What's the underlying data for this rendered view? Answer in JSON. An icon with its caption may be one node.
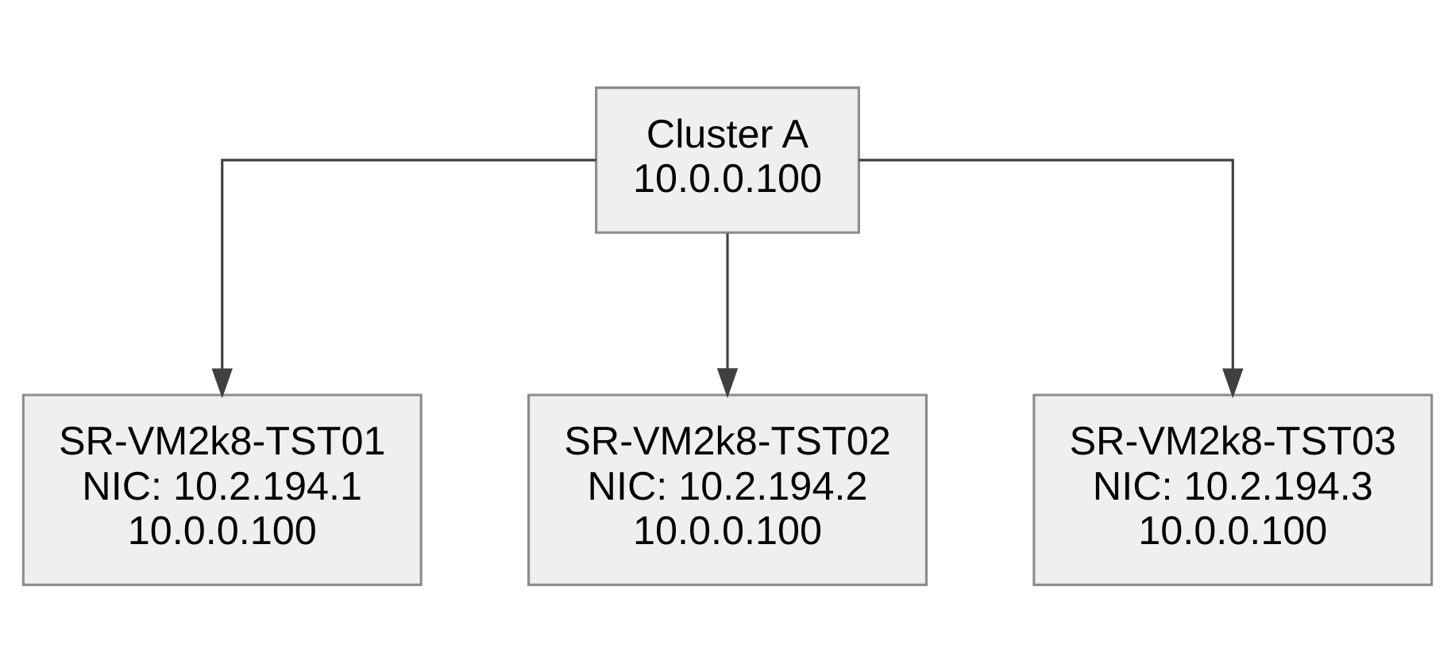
{
  "diagram": {
    "nodes": [
      {
        "text": [
          "Cluster A",
          "10.0.0.100"
        ]
      },
      {
        "text": [
          "SR-VM2k8-TST01",
          "NIC: 10.2.194.1",
          "10.0.0.100"
        ]
      },
      {
        "text": [
          "SR-VM2k8-TST02",
          "NIC: 10.2.194.2",
          "10.0.0.100"
        ]
      },
      {
        "text": [
          "SR-VM2k8-TST03",
          "NIC: 10.2.194.3",
          "10.0.0.100"
        ]
      }
    ],
    "edges": [
      {
        "from": 0,
        "to": 1,
        "arrow": "to"
      },
      {
        "from": 0,
        "to": 2,
        "arrow": "to"
      },
      {
        "from": 0,
        "to": 3,
        "arrow": "to"
      }
    ]
  }
}
